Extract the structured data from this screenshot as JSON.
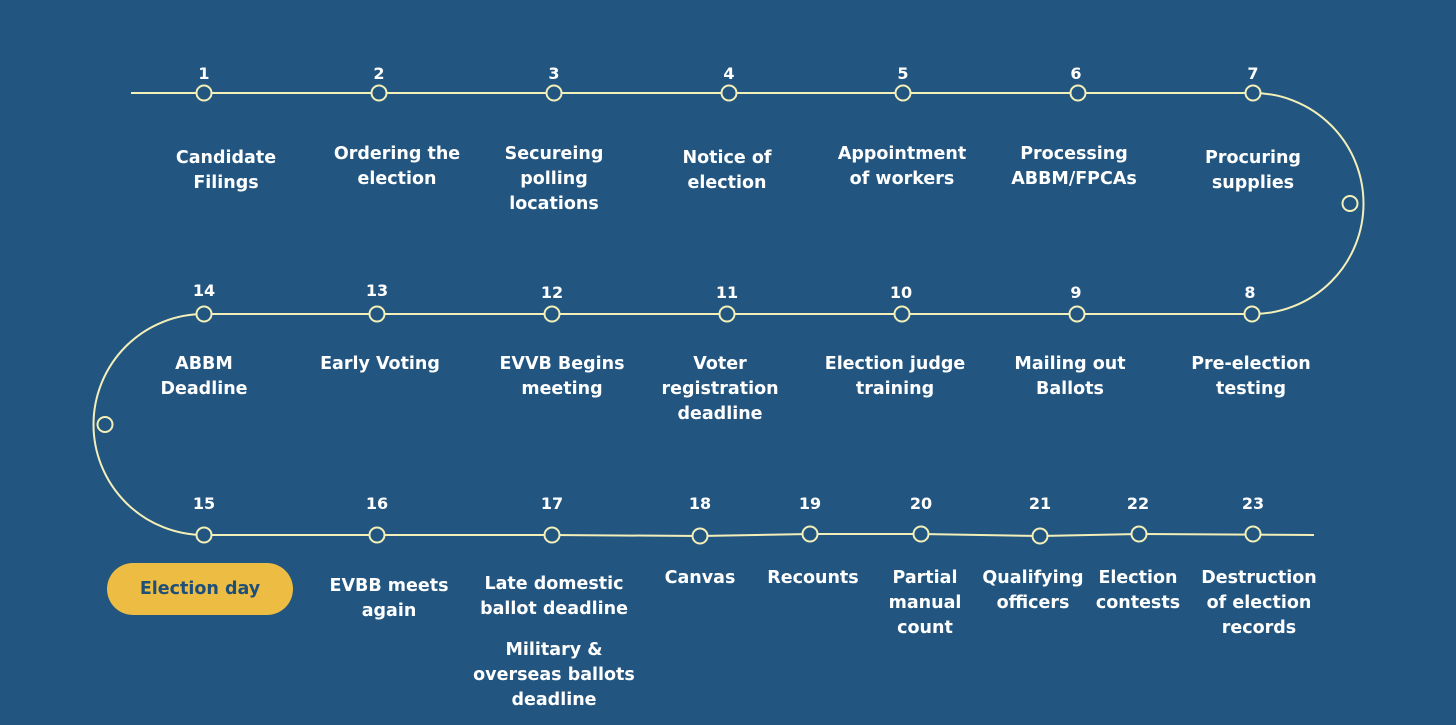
{
  "colors": {
    "background": "#22557f",
    "line": "#f3efb9",
    "text": "#ffffff",
    "highlight": "#ecbc43",
    "highlight_text": "#1f4f78"
  },
  "steps": [
    {
      "number": "1",
      "label": [
        "Candidate",
        "Filings"
      ]
    },
    {
      "number": "2",
      "label": [
        "Ordering the",
        "election"
      ]
    },
    {
      "number": "3",
      "label": [
        "Secureing",
        "polling",
        "locations"
      ]
    },
    {
      "number": "4",
      "label": [
        "Notice of",
        "election"
      ]
    },
    {
      "number": "5",
      "label": [
        "Appointment",
        "of workers"
      ]
    },
    {
      "number": "6",
      "label": [
        "Processing",
        "ABBM/FPCAs"
      ]
    },
    {
      "number": "7",
      "label": [
        "Procuring",
        "supplies"
      ]
    },
    {
      "number": "8",
      "label": [
        "Pre-election",
        "testing"
      ]
    },
    {
      "number": "9",
      "label": [
        "Mailing out",
        "Ballots"
      ]
    },
    {
      "number": "10",
      "label": [
        "Election judge",
        "training"
      ]
    },
    {
      "number": "11",
      "label": [
        "Voter",
        "registration",
        "deadline"
      ]
    },
    {
      "number": "12",
      "label": [
        "EVVB Begins",
        "meeting"
      ]
    },
    {
      "number": "13",
      "label": [
        "Early Voting"
      ]
    },
    {
      "number": "14",
      "label": [
        "ABBM",
        "Deadline"
      ]
    },
    {
      "number": "15",
      "label": [
        "Election day"
      ],
      "highlighted": true
    },
    {
      "number": "16",
      "label": [
        "EVBB meets",
        "again"
      ]
    },
    {
      "number": "17",
      "label": [
        "Late domestic",
        "ballot deadline",
        "",
        "Military &",
        "overseas ballots",
        "deadline"
      ]
    },
    {
      "number": "18",
      "label": [
        "Canvas"
      ]
    },
    {
      "number": "19",
      "label": [
        "Recounts"
      ]
    },
    {
      "number": "20",
      "label": [
        "Partial",
        "manual",
        "count"
      ]
    },
    {
      "number": "21",
      "label": [
        "Qualifying",
        "officers"
      ]
    },
    {
      "number": "22",
      "label": [
        "Election",
        "contests"
      ]
    },
    {
      "number": "23",
      "label": [
        "Destruction",
        "of election",
        "records"
      ]
    }
  ]
}
